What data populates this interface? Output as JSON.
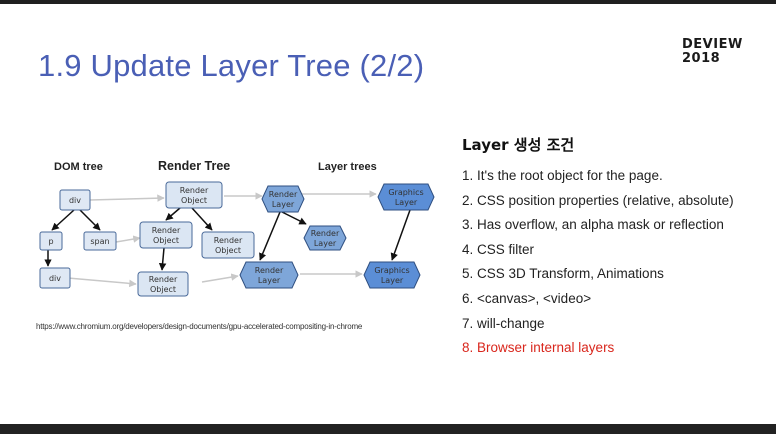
{
  "slide": {
    "title": "1.9 Update Layer Tree (2/2)",
    "brand": {
      "line1": "DEVIEW",
      "line2": "2018"
    }
  },
  "diagram": {
    "headers": {
      "dom": "DOM tree",
      "render": "Render Tree",
      "layer": "Layer trees"
    },
    "nodes": {
      "dom_div": "div",
      "dom_p": "p",
      "dom_span": "span",
      "dom_div2": "div",
      "render_object": "Render|Object",
      "render_object_2": "Render|Object",
      "render_object_3": "Render|Object",
      "render_object_4": "Render|Object",
      "render_layer_1": "Render|Layer",
      "render_layer_2": "Render|Layer",
      "render_layer_3": "Render|Layer",
      "graphics_layer_1": "Graphics|Layer",
      "graphics_layer_2": "Graphics|Layer"
    },
    "colors": {
      "dom_fill": "#dfe8f4",
      "render_fill": "#dbe6f3",
      "layer_fill": "#7ea6d9",
      "graphics_fill": "#5b8ed6",
      "stroke": "#4a6a9a",
      "arrow": "#111111",
      "gray_arrow": "#c8c8c8"
    },
    "caption": "https://www.chromium.org/developers/design-documents/gpu-accelerated-compositing-in-chrome"
  },
  "conditions": {
    "title": "Layer 생성 조건",
    "items": [
      "1. It's the root object for the page.",
      "2. CSS position properties (relative, absolute)",
      "3. Has overflow, an alpha mask or reflection",
      "4. CSS filter",
      "5. CSS 3D Transform, Animations",
      "6. <canvas>, <video>",
      "7. will-change",
      "8. Browser internal layers"
    ],
    "highlight_color": "#d9261c"
  }
}
